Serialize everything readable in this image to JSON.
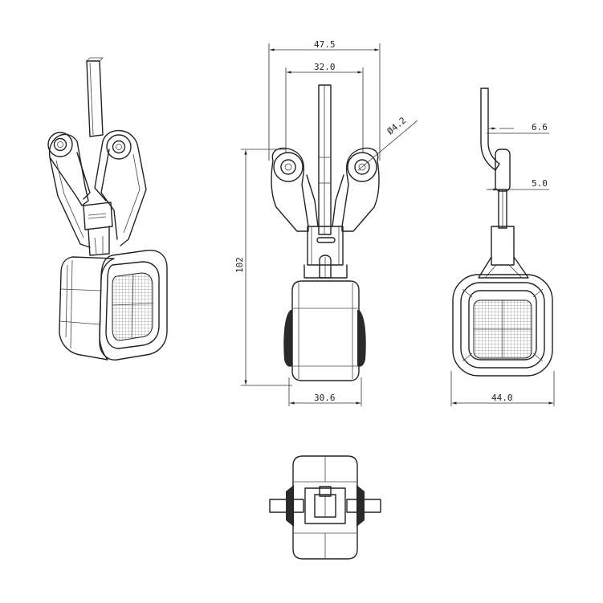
{
  "dimensions": {
    "overall_width": "47.5",
    "hole_spacing": "32.0",
    "hole_diameter": "Ø4.2",
    "overall_height": "102",
    "body_width": "30.6",
    "housing_width": "44.0",
    "arm_offset": "6.6",
    "arm_thickness": "5.0"
  },
  "colors": {
    "line": "#222222",
    "background": "#ffffff"
  }
}
